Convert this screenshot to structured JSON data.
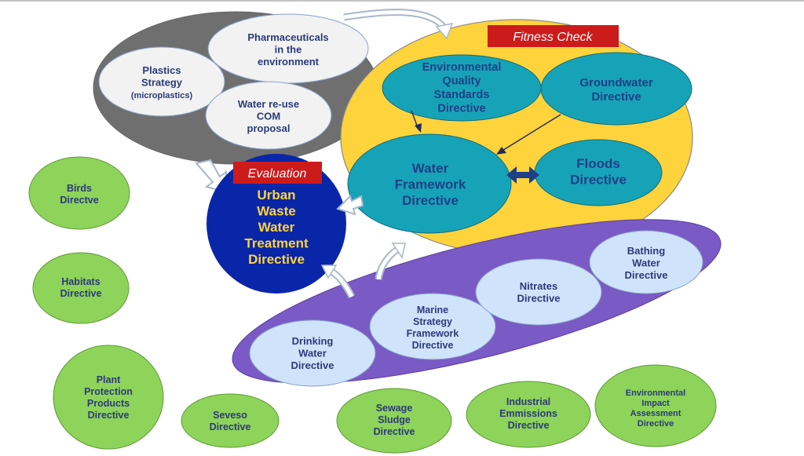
{
  "labels": {
    "pharmaceuticals": [
      "Pharmaceuticals",
      "in the",
      "environment"
    ],
    "plastics": [
      "Plastics",
      "Strategy",
      "(microplastics)"
    ],
    "water_reuse": [
      "Water re-use",
      "COM",
      "proposal"
    ],
    "fitness_check": "Fitness Check",
    "evaluation": "Evaluation",
    "eqs": [
      "Environmental",
      "Quality",
      "Standards",
      "Directive"
    ],
    "groundwater": [
      "Groundwater",
      "Directive"
    ],
    "wfd": [
      "Water",
      "Framework",
      "Directive"
    ],
    "floods": [
      "Floods",
      "Directive"
    ],
    "uwwt": [
      "Urban",
      "Waste",
      "Water",
      "Treatment",
      "Directive"
    ],
    "birds": [
      "Birds",
      "Directve"
    ],
    "habitats": [
      "Habitats",
      "Directive"
    ],
    "plant_protection": [
      "Plant",
      "Protection",
      "Products",
      "Directive"
    ],
    "seveso": [
      "Seveso",
      "Directive"
    ],
    "sewage_sludge": [
      "Sewage",
      "Sludge",
      "Directive"
    ],
    "industrial": [
      "Industrial",
      "Emmissions",
      "Directive"
    ],
    "eia": [
      "Environmental",
      "Impact",
      "Assessment",
      "Directive"
    ],
    "drinking": [
      "Drinking",
      "Water",
      "Directive"
    ],
    "marine": [
      "Marine",
      "Strategy",
      "Framework",
      "Directive"
    ],
    "nitrates": [
      "Nitrates",
      "Directive"
    ],
    "bathing": [
      "Bathing",
      "Water",
      "Directive"
    ]
  },
  "colors": {
    "grey_group": "#6f6f6f",
    "light_bubble": "#f2f2f2",
    "yellow_group": "#ffd33b",
    "teal": "#16a3b8",
    "navy": "#0a26a8",
    "purple_group": "#7a5ac4",
    "light_blue": "#cfe4fb",
    "green": "#8ed35a",
    "red_label": "#cc1b1b"
  }
}
